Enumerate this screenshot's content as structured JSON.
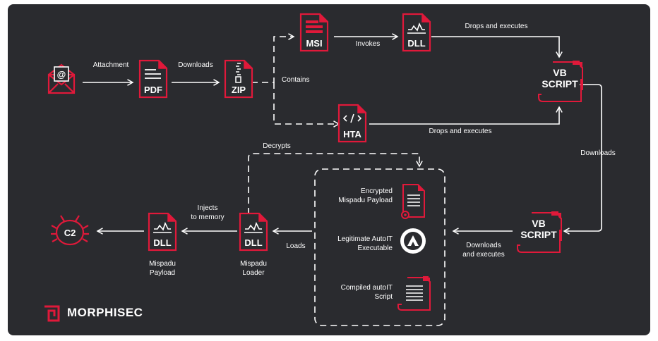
{
  "nodes": {
    "pdf": "PDF",
    "zip": "ZIP",
    "msi": "MSI",
    "dll_top": "DLL",
    "hta": "HTA",
    "vbs_top_1": "VB",
    "vbs_top_2": "SCRIPT",
    "vbs_bottom_1": "VB",
    "vbs_bottom_2": "SCRIPT",
    "dll_loader": "DLL",
    "dll_payload": "DLL",
    "c2": "C2",
    "email_at": "@"
  },
  "edges": {
    "attachment": "Attachment",
    "downloads_pdf": "Downloads",
    "contains": "Contains",
    "invokes": "Invokes",
    "drops_executes_dll": "Drops and executes",
    "drops_executes_hta": "Drops and executes",
    "downloads_vbs": "Downloads",
    "decrypts": "Decrypts",
    "downloads_executes_1": "Downloads",
    "downloads_executes_2": "and executes",
    "loads": "Loads",
    "injects_1": "Injects",
    "injects_2": "to memory"
  },
  "captions": {
    "loader_1": "Mispadu",
    "loader_2": "Loader",
    "payload_1": "Mispadu",
    "payload_2": "Payload"
  },
  "bundle": {
    "encrypted_1": "Encrypted",
    "encrypted_2": "Mispadu Payload",
    "autoit_1": "Legitimate AutoIT",
    "autoit_2": "Executable",
    "compiled_1": "Compiled autoIT",
    "compiled_2": "Script"
  },
  "brand": {
    "name": "MORPHISEC",
    "accent": "#e0193a",
    "background": "#2a2b2f"
  }
}
